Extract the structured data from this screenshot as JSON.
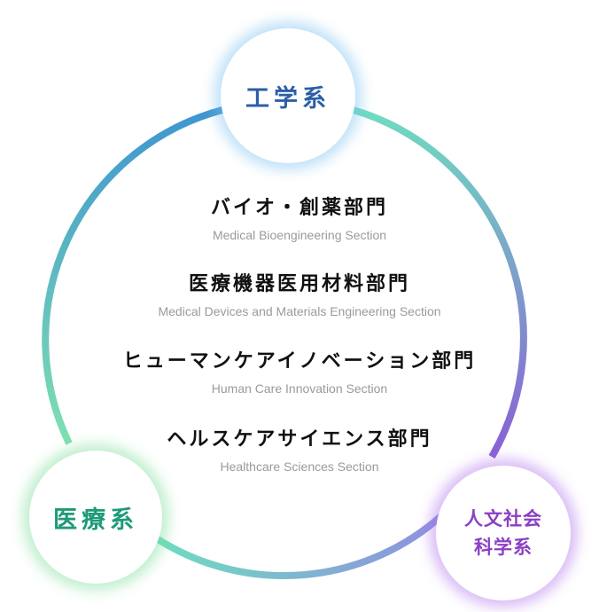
{
  "nodes": {
    "engineering": {
      "label": "工学系",
      "color": "#2c5ea8"
    },
    "medical": {
      "label": "医療系",
      "color": "#1e9a78"
    },
    "humanities": {
      "label": "人文社会\n科学系",
      "color": "#8a3fc4"
    }
  },
  "sections": [
    {
      "jp": "バイオ・創薬部門",
      "en": "Medical Bioengineering Section"
    },
    {
      "jp": "医療機器医用材料部門",
      "en": "Medical Devices and Materials Engineering Section"
    },
    {
      "jp": "ヒューマンケアイノベーション部門",
      "en": "Human Care Innovation Section"
    },
    {
      "jp": "ヘルスケアサイエンス部門",
      "en": "Healthcare Sciences Section"
    }
  ],
  "ring_colors": {
    "blue": "#3f95d0",
    "teal": "#6fdcbf",
    "green": "#7fe0b0",
    "purple": "#8a5fd6",
    "lavender": "#8f8fe0"
  }
}
